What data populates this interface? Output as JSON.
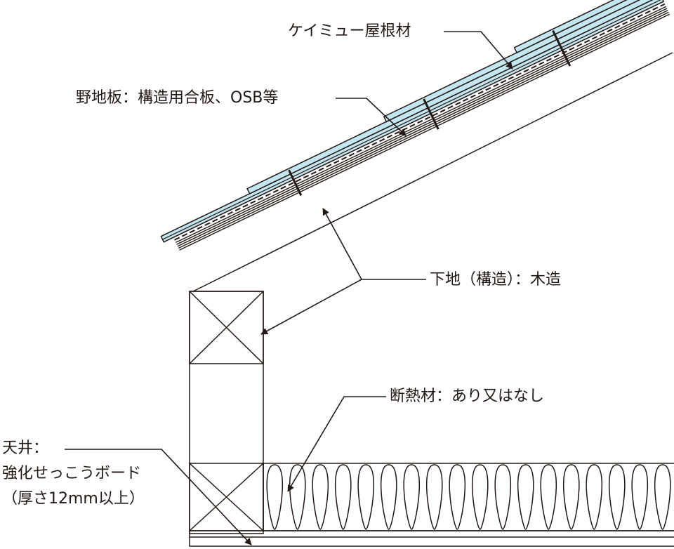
{
  "labels": {
    "roof_material": "ケイミュー屋根材",
    "sheathing": "野地板：構造用合板、OSB等",
    "substructure": "下地（構造）：木造",
    "insulation": "断熱材：あり又はなし",
    "ceiling_line1": "天井：",
    "ceiling_line2": "強化せっこうボード",
    "ceiling_line3": "（厚さ12mm以上）"
  },
  "colors": {
    "roof_tile": "#c3e6f0",
    "line": "#231815"
  }
}
